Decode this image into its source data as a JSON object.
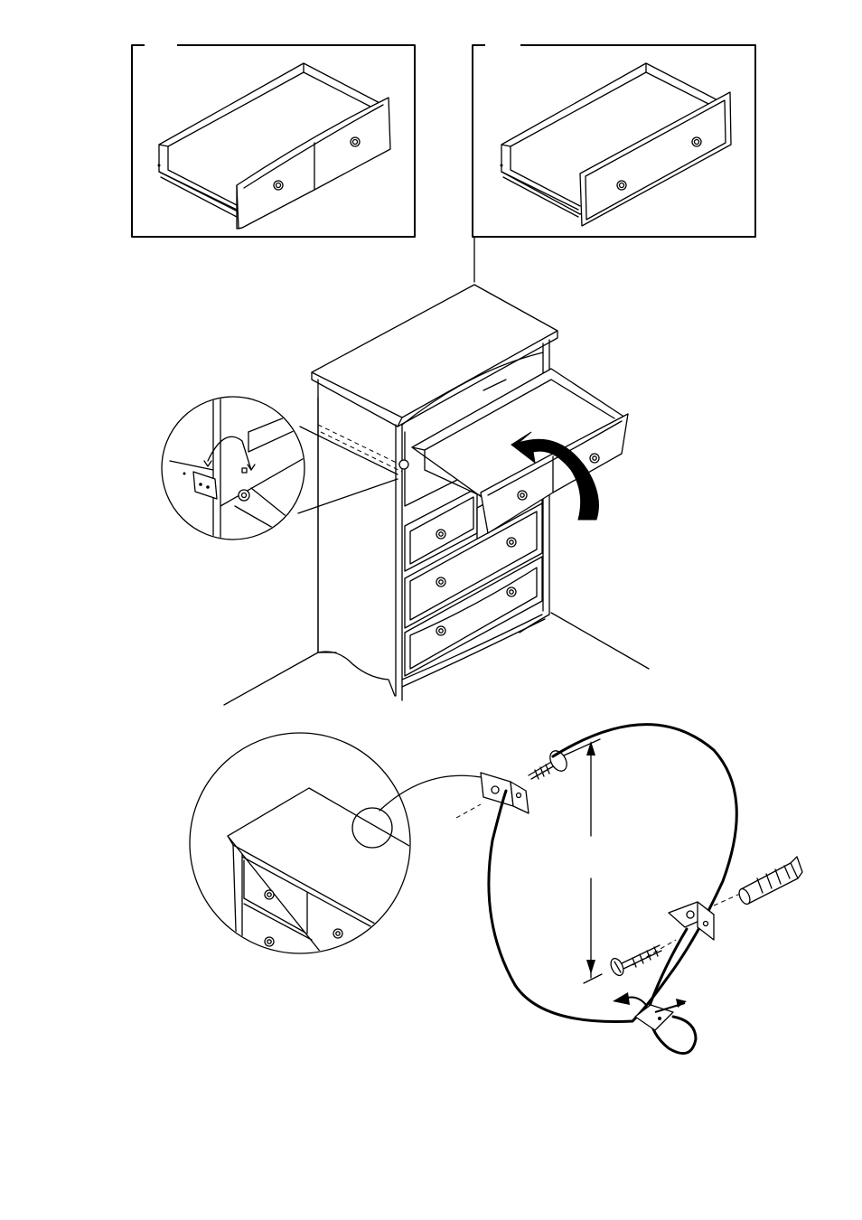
{
  "figure": {
    "kind": "assembly-instruction-diagram",
    "panels": [
      {
        "id": "drawer-curved-front",
        "description_icon": "drawer-with-curved-front-icon"
      },
      {
        "id": "drawer-flat-front",
        "description_icon": "drawer-with-flat-front-icon"
      },
      {
        "id": "drawer-insertion",
        "description_icon": "chest-of-drawers-icon"
      },
      {
        "id": "anti-tip-strap",
        "description_icon": "wall-anchor-strap-icon"
      }
    ],
    "colors": {
      "ink": "#000000",
      "paper": "#ffffff",
      "shade": "#d9d9d9"
    }
  }
}
